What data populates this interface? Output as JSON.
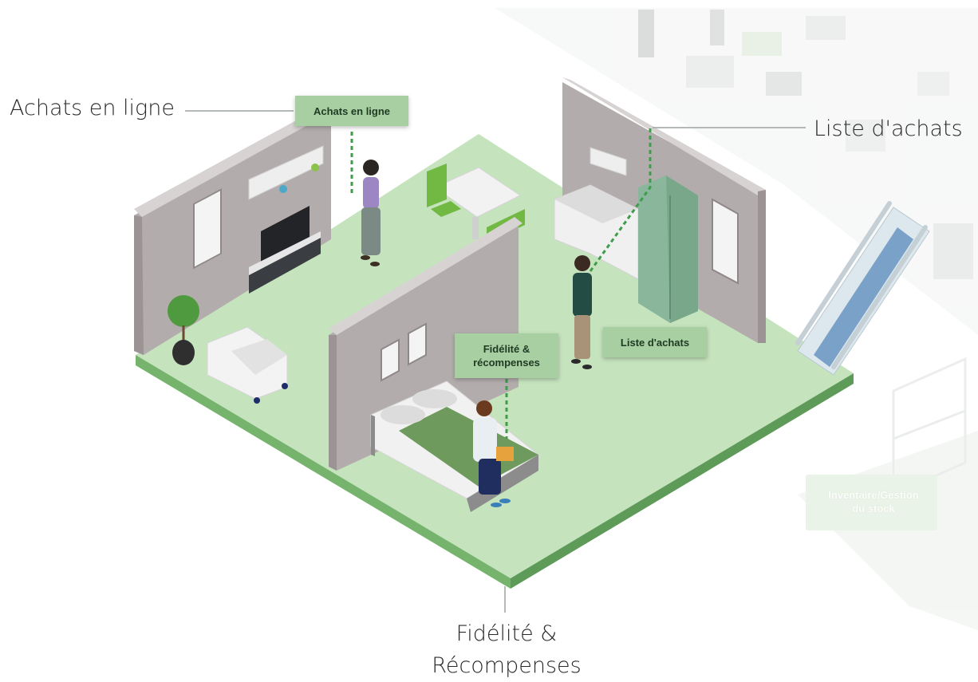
{
  "callouts": {
    "online": "Achats en ligne",
    "list": "Liste d'achats",
    "loyalty_line1": "Fidélité &",
    "loyalty_line2": "Récompenses"
  },
  "tags": {
    "online": "Achats en ligne",
    "list": "Liste d'achats",
    "loyalty_line1": "Fidélité &",
    "loyalty_line2": "récompenses"
  },
  "background_store": {
    "inventory_line1": "Inventaire/Gestion",
    "inventory_line2": "du stock"
  },
  "colors": {
    "floor": "#c5e3bd",
    "floor_edge": "#6fae6a",
    "wall": "#b3acac",
    "wall_top": "#d8d3d3",
    "tag_bg": "#a8cfa2",
    "accent_green": "#7cbf56"
  }
}
